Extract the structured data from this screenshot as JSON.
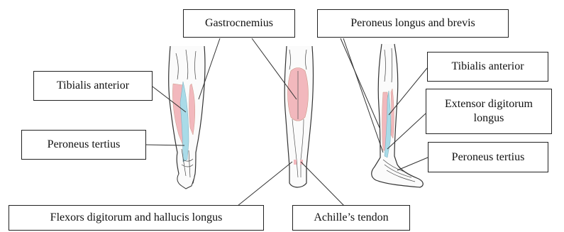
{
  "labels": {
    "gastrocnemius": "Gastrocnemius",
    "peroneus_longus_brevis": "Peroneus longus and brevis",
    "tibialis_anterior_left": "Tibialis anterior",
    "peroneus_tertius_left": "Peroneus tertius",
    "tibialis_anterior_right": "Tibialis anterior",
    "extensor_digitorum_line1": "Extensor digitorum",
    "extensor_digitorum_line2": "longus",
    "peroneus_tertius_right": "Peroneus tertius",
    "flexors_digitorum": "Flexors digitorum and hallucis longus",
    "achilles_tendon": "Achille’s tendon"
  },
  "colors": {
    "muscle_red": "#f2b8bd",
    "muscle_blue": "#a9dbe8",
    "outline": "#333333",
    "leader_line": "#333333"
  }
}
